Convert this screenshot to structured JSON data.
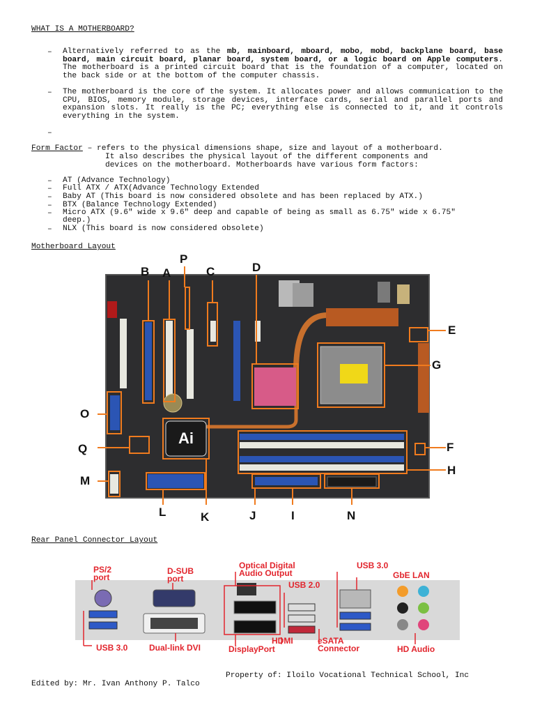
{
  "heading": "WHAT IS A MOTHERBOARD?",
  "bullet_dash": "–",
  "bullets_intro": [
    {
      "pre": "Alternatively referred to as the ",
      "bold": "mb, mainboard, mboard, mobo, mobd, backplane board, base board, main circuit board, planar board, system board, or a logic board on Apple computers",
      "post": ". The motherboard is a printed circuit board that is the foundation of a computer, located on the back side or at the bottom of the computer chassis."
    },
    {
      "text": "The motherboard is the core of the system. It allocates power and allows communication to the CPU, BIOS, memory module, storage devices, interface cards, serial and parallel ports and expansion slots. It really is the PC; everything else is connected to it, and it controls everything in the system."
    }
  ],
  "form_factor": {
    "term": "Form Factor",
    "line1": " – refers to the physical dimensions shape, size and layout of a motherboard.",
    "line2": "It also describes the physical layout of the different components and",
    "line3": "devices on the motherboard. Motherboards have various form factors:"
  },
  "form_factors": [
    "AT (Advance Technology)",
    "Full ATX / ATX(Advance Technology Extended",
    "Baby AT (This board is now considered obsolete and has been replaced by ATX.)",
    "BTX (Balance Technology Extended)",
    "Micro ATX (9.6\" wide x 9.6\" deep and capable of being as small as 6.75\" wide x 6.75\"",
    "deep.)",
    "NLX (This board is now considered obsolete)"
  ],
  "layout_heading": "Motherboard Layout",
  "layout_labels": [
    "B",
    "A",
    "P",
    "C",
    "D",
    "E",
    "G",
    "O",
    "Q",
    "F",
    "H",
    "M",
    "L",
    "K",
    "J",
    "I",
    "N"
  ],
  "rear_heading": "Rear Panel Connector Layout",
  "rear_labels": {
    "ps2": "PS/2\nport",
    "dsub": "D-SUB\nport",
    "optical": "Optical Digital\nAudio Output",
    "usb30_top": "USB 3.0",
    "gbe": "GbE LAN",
    "usb20": "USB 2.0",
    "usb30_bottom": "USB 3.0",
    "dvi": "Dual-link DVI",
    "hdmi": "HDMI",
    "displayport": "DisplayPort",
    "esata": "eSATA\nConnector",
    "hdaudio": "HD Audio"
  },
  "footer": {
    "property": "Property of: Iloilo Vocational Technical School, Inc",
    "editor": "Edited by: Mr. Ivan Anthony P. Talco"
  },
  "colors": {
    "accent_orange": "#f07b1e",
    "rear_label_red": "#e2252d",
    "pcb": "#2b2b2b"
  }
}
